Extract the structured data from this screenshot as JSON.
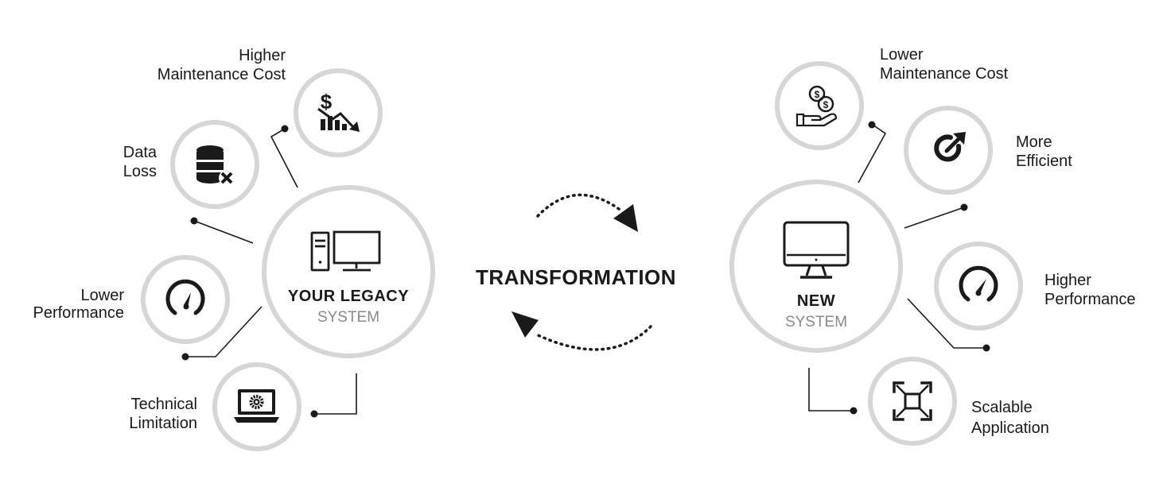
{
  "legacy": {
    "title": "YOUR LEGACY",
    "subtitle": "SYSTEM",
    "features": {
      "maintenance": [
        "Higher",
        "Maintenance Cost"
      ],
      "data_loss": [
        "Data",
        "Loss"
      ],
      "performance": [
        "Lower",
        "Performance"
      ],
      "technical": [
        "Technical",
        "Limitation"
      ]
    }
  },
  "transformation": {
    "label": "TRANSFORMATION"
  },
  "new_system": {
    "title": "NEW",
    "subtitle": "SYSTEM",
    "features": {
      "maintenance": [
        "Lower",
        "Maintenance Cost"
      ],
      "efficient": [
        "More",
        "Efficient"
      ],
      "performance": [
        "Higher",
        "Performance"
      ],
      "scalable": [
        "Scalable",
        "Application"
      ]
    }
  },
  "colors": {
    "ring": "#d6d6d6",
    "ink": "#1a1a1a",
    "subtitle": "#8a8a8a",
    "background": "#ffffff"
  },
  "icons": {
    "legacy_center": "legacy-computer-icon",
    "legacy_maintenance": "dollar-down-chart-icon",
    "legacy_data_loss": "database-x-icon",
    "legacy_performance": "gauge-low-icon",
    "legacy_technical": "laptop-gear-icon",
    "new_center": "monitor-icon",
    "new_maintenance": "coins-hand-icon",
    "new_efficient": "circular-arrow-icon",
    "new_performance": "gauge-high-icon",
    "new_scalable": "expand-icon",
    "cycle": "cycle-arrows-icon"
  }
}
